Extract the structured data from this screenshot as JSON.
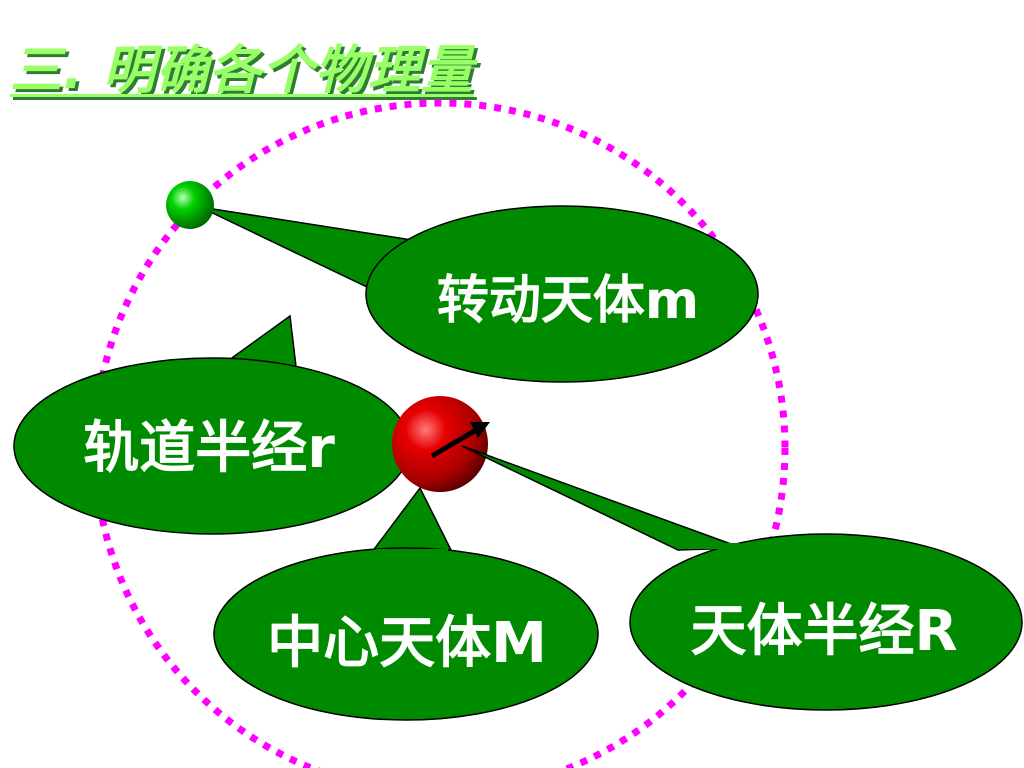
{
  "title": "三. 明确各个物理量",
  "labels": {
    "rotating_body": "转动天体m",
    "orbit_radius": "轨道半经r",
    "central_body": "中心天体M",
    "body_radius": "天体半经R"
  },
  "colors": {
    "title": "#99ff66",
    "title_shadow": "#2e7d32",
    "bubble_fill": "#008a00",
    "orbit_dots": "#ff00ff",
    "central_body": "#cc0000",
    "rotating_body": "#00c000",
    "label_text": "#ffffff"
  }
}
